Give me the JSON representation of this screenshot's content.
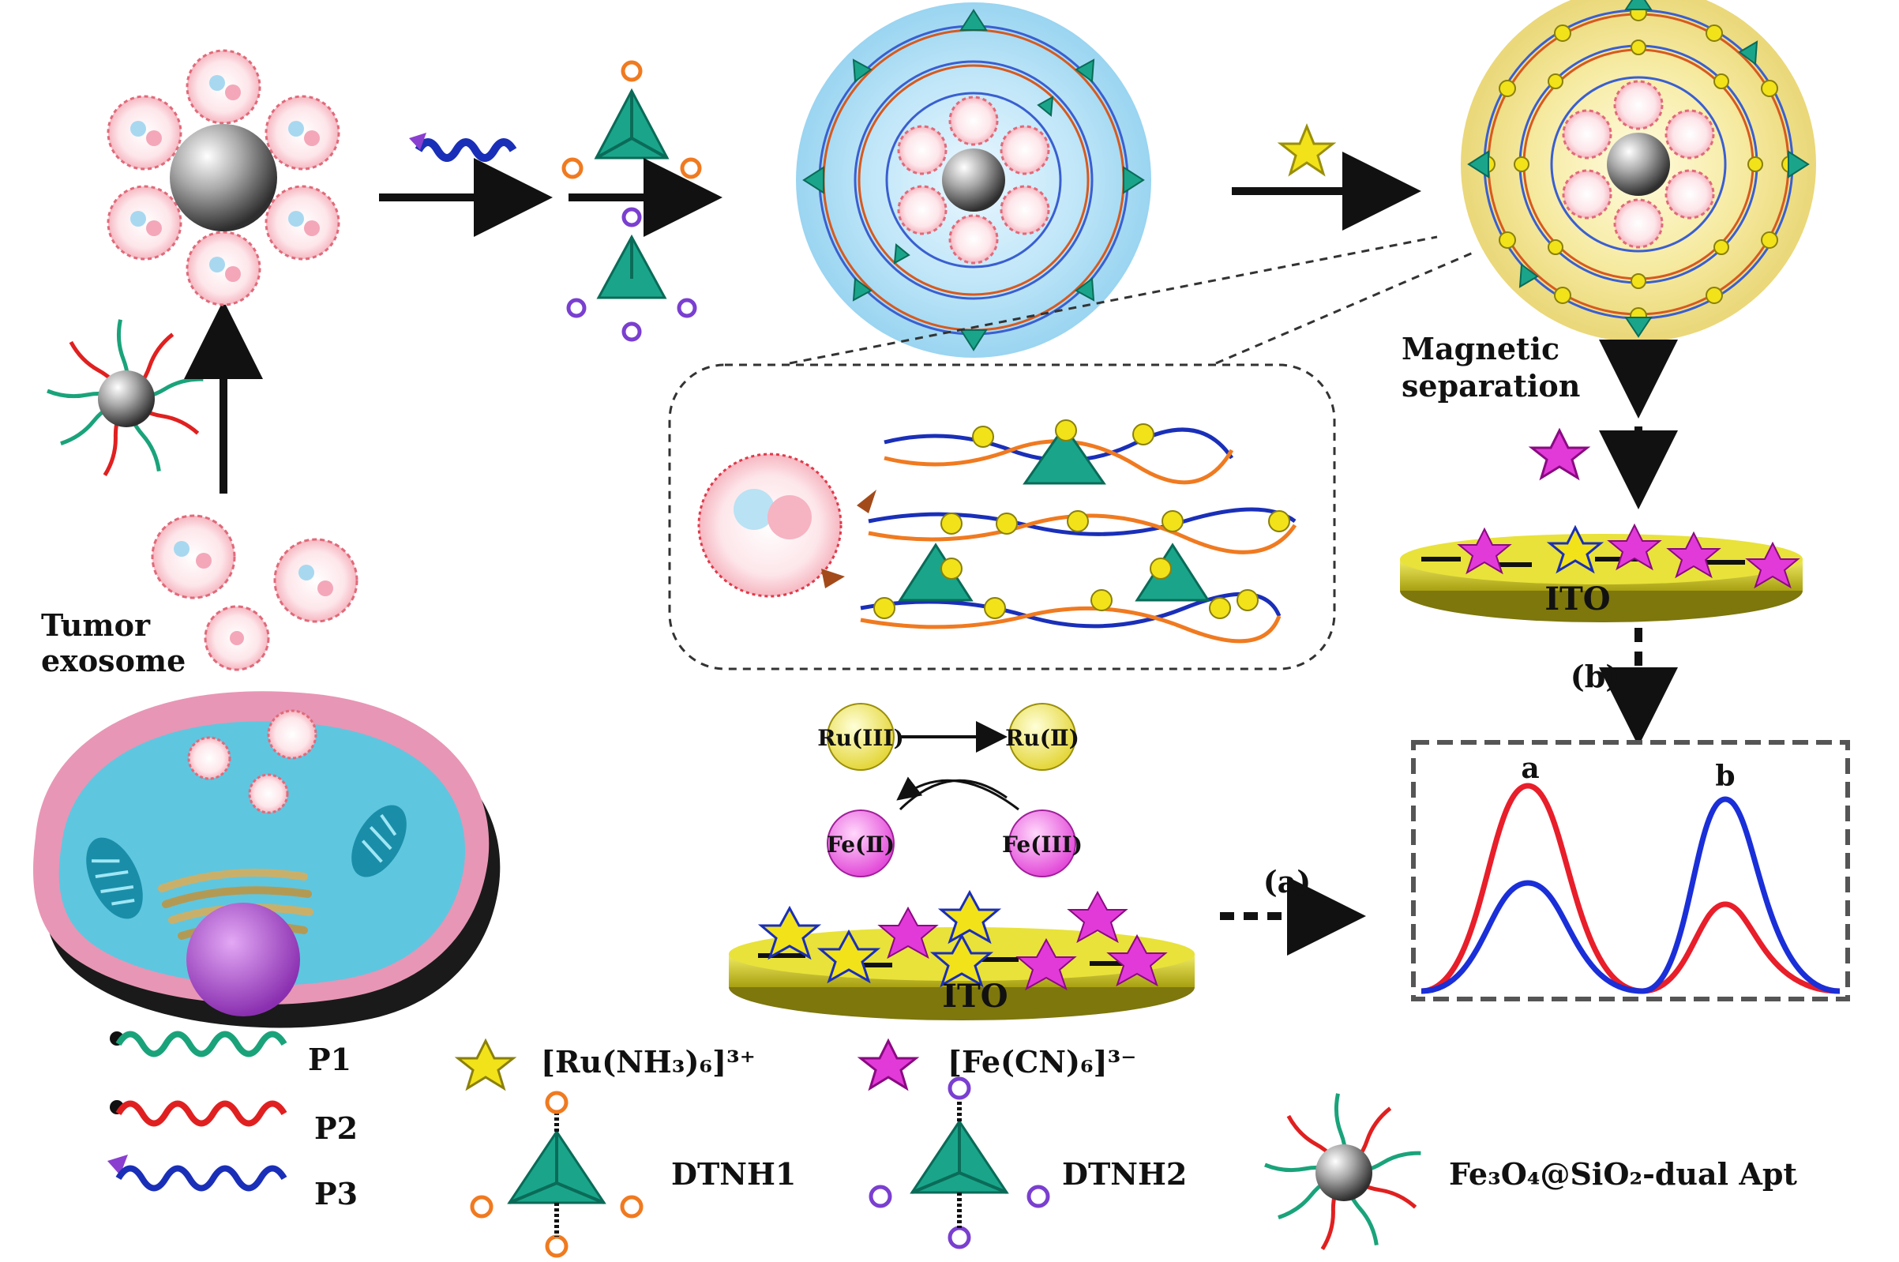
{
  "labels": {
    "tumor_exosome_line1": "Tumor",
    "tumor_exosome_line2": "exosome",
    "magnetic_line1": "Magnetic",
    "magnetic_line2": "separation",
    "ito_top": "ITO",
    "ito_bottom": "ITO",
    "step_a": "(a)",
    "step_b": "(b)",
    "peak_a": "a",
    "peak_b": "b",
    "ru3": "Ru(III)",
    "ru2": "Ru(Ⅱ)",
    "fe2": "Fe(Ⅱ)",
    "fe3": "Fe(III)"
  },
  "legend": {
    "p1": "P1",
    "p2": "P2",
    "p3": "P3",
    "ru_complex": "[Ru(NH₃)₆]³⁺",
    "fe_complex": "[Fe(CN)₆]³⁻",
    "dtnh1": "DTNH1",
    "dtnh2": "DTNH2",
    "nanoparticle": "Fe₃O₄@SiO₂-dual Apt"
  },
  "colors": {
    "p1": "#1aa37a",
    "p2": "#e02020",
    "p3": "#1a2fb8",
    "ru_star": "#f2e21a",
    "fe_star": "#e23ad8",
    "ito": "#c9c21a",
    "exosome": "#f08a96",
    "tetrahedron": "#1aa58a"
  },
  "icons": {
    "ru_star": "star-icon",
    "fe_star": "star-icon",
    "nanoparticle": "sphere-icon",
    "tetrahedron": "tetrahedron-icon"
  }
}
